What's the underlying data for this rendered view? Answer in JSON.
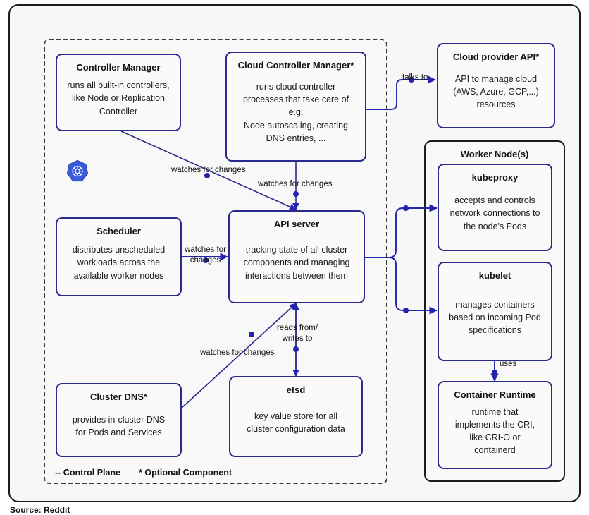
{
  "diagram": {
    "control_plane_region_label": "Control Plane",
    "worker_node": {
      "title": "Worker Node(s)"
    },
    "boxes": {
      "controller_manager": {
        "title": "Controller Manager",
        "desc": "runs all built-in controllers,\nlike Node or Replication\nController"
      },
      "cloud_controller_manager": {
        "title": "Cloud Controller Manager*",
        "desc": "runs cloud controller\nprocesses that take care of\ne.g.\nNode autoscaling, creating\nDNS entries, ..."
      },
      "cloud_provider_api": {
        "title": "Cloud provider API*",
        "desc": "API to manage cloud\n(AWS, Azure, GCP,...)\nresources"
      },
      "scheduler": {
        "title": "Scheduler",
        "desc": "distributes unscheduled\nworkloads across the\navailable worker nodes"
      },
      "api_server": {
        "title": "API server",
        "desc": "tracking state of all cluster\ncomponents and managing\ninteractions between them"
      },
      "cluster_dns": {
        "title": "Cluster DNS*",
        "desc": "provides in-cluster DNS\nfor Pods and Services"
      },
      "etcd": {
        "title": "etsd",
        "desc": "key value store for all\ncluster configuration data"
      },
      "kubeproxy": {
        "title": "kubeproxy",
        "desc": "accepts and controls\nnetwork connections to\nthe node's Pods"
      },
      "kubelet": {
        "title": "kubelet",
        "desc": "manages containers\nbased on incoming Pod\nspecifications"
      },
      "container_runtime": {
        "title": "Container Runtime",
        "desc": "runtime that\nimplements the CRI,\nlike CRI-O or\ncontainerd"
      }
    },
    "edge_labels": {
      "talks_to": "talks to",
      "cm_watches": "watches for changes",
      "ccm_watches": "watches for changes",
      "scheduler_watches": "watches for\nchanges",
      "dns_watches": "watches for changes",
      "etcd_reads_writes": "reads from/\nwrites to",
      "kubelet_uses": "uses"
    },
    "legend": {
      "control_plane": "-- Control Plane",
      "optional_component": "* Optional Component"
    },
    "source_caption": "Source: Reddit",
    "colors": {
      "box_border": "#2a2a8c",
      "connector": "#2323b0",
      "frame": "#1c1c1c",
      "box_fill": "#fafafa",
      "k8s_blue": "#3a5bd9"
    }
  }
}
